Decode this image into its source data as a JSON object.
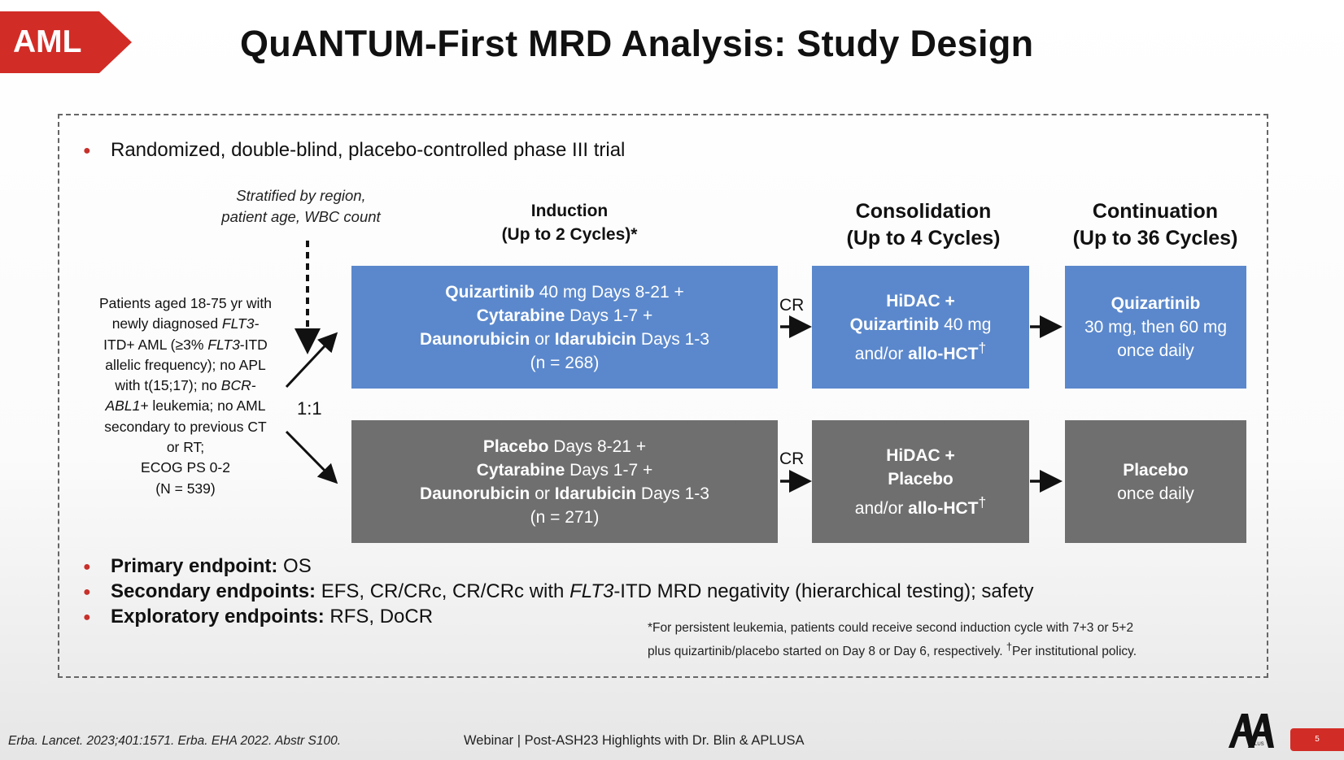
{
  "badge": {
    "label": "AML"
  },
  "title": "QuANTUM-First MRD Analysis: Study Design",
  "intro_bullet": "Randomized, double-blind, placebo-controlled phase III trial",
  "stratification": {
    "line1": "Stratified by region,",
    "line2": "patient age, WBC count"
  },
  "phases": {
    "induction": {
      "line1": "Induction",
      "line2": "(Up to 2 Cycles)*"
    },
    "consolidation": {
      "line1": "Consolidation",
      "line2": "(Up to 4 Cycles)"
    },
    "continuation": {
      "line1": "Continuation",
      "line2": "(Up to 36 Cycles)"
    }
  },
  "patients": {
    "line1": "Patients aged 18-75 yr with",
    "line2a": "newly diagnosed ",
    "line2b": "FLT3-",
    "line3a": "ITD+ AML (≥3% ",
    "line3b": "FLT3",
    "line3c": "-ITD",
    "line4": "allelic frequency); no APL",
    "line5a": "with t(15;17); no ",
    "line5b": "BCR-",
    "line6a": "ABL1+",
    "line6b": " leukemia; no AML",
    "line7": "secondary to previous CT",
    "line8": "or RT;",
    "line9": "ECOG PS 0-2",
    "line10": "(N = 539)"
  },
  "ratio": "1:1",
  "cr_label": "CR",
  "arm1": {
    "induction": {
      "drug1": "Quizartinib",
      "dose1": " 40 mg Days 8-21 +",
      "drug2": "Cytarabine",
      "dose2": " Days 1-7 +",
      "drug3": "Daunorubicin",
      "or": " or ",
      "drug4": "Idarubicin",
      "dose3": " Days 1-3",
      "n": "(n = 268)"
    },
    "consolidation": {
      "line1": "HiDAC +",
      "drug": "Quizartinib",
      "dose": " 40 mg",
      "andor": "and/or ",
      "hct": "allo-HCT",
      "dagger": "†"
    },
    "continuation": {
      "line1": "Quizartinib",
      "line2": "30 mg, then 60 mg",
      "line3": "once daily"
    }
  },
  "arm2": {
    "induction": {
      "drug1": "Placebo",
      "dose1": " Days 8-21 +",
      "drug2": "Cytarabine",
      "dose2": " Days 1-7 +",
      "drug3": "Daunorubicin",
      "or": " or ",
      "drug4": "Idarubicin",
      "dose3": " Days 1-3",
      "n": "(n = 271)"
    },
    "consolidation": {
      "line1": "HiDAC +",
      "line2": "Placebo",
      "andor": "and/or ",
      "hct": "allo-HCT",
      "dagger": "†"
    },
    "continuation": {
      "line1": "Placebo",
      "line2": "once daily"
    }
  },
  "endpoints": {
    "primary": {
      "label": "Primary endpoint:",
      "value": " OS"
    },
    "secondary": {
      "label": "Secondary endpoints:",
      "value_a": " EFS, CR/CRc, CR/CRc with ",
      "value_b": "FLT3",
      "value_c": "-ITD MRD negativity (hierarchical testing); safety"
    },
    "exploratory": {
      "label": "Exploratory endpoints:",
      "value": " RFS, DoCR"
    }
  },
  "footnote": {
    "line1": "*For persistent leukemia, patients could receive second induction cycle with 7+3 or 5+2",
    "line2a": "plus quizartinib/placebo started on Day 8 or Day 6, respectively. ",
    "dagger": "†",
    "line2b": "Per institutional policy."
  },
  "citation": "Erba. Lancet. 2023;401:1571. Erba. EHA 2022. Abstr S100.",
  "webinar": "Webinar | Post-ASH23 Highlights with Dr. Blin & APLUSA",
  "logo": {
    "icon": "aa-plus-logo",
    "tag": "PLUS"
  },
  "page_number": "5",
  "colors": {
    "accent_red": "#d22c26",
    "arm_blue": "#5b88cc",
    "arm_grey": "#6f6f6f"
  }
}
